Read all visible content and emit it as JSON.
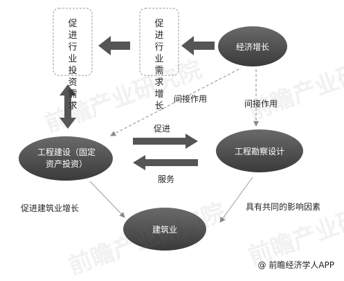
{
  "nodes": {
    "investment_demand": "促进行业投资需求",
    "industry_demand_growth": "促进行业需求增长",
    "economic_growth": "经济增长",
    "engineering_construction": "工程建设（固定资产投资）",
    "engineering_survey_design": "工程勘察设计",
    "construction_industry": "建筑业"
  },
  "edge_labels": {
    "indirect_left": "间接作用",
    "indirect_right": "间接作用",
    "promote": "促进",
    "service": "服务",
    "promote_construction_growth": "促进建筑业增长",
    "common_factors": "具有共同的影响因素"
  },
  "watermark": "前瞻产业研究院",
  "credit": "@ 前瞻经济学人APP",
  "colors": {
    "node_fill": "#4a4a4a",
    "arrow": "#555555",
    "box_border": "#999999"
  }
}
